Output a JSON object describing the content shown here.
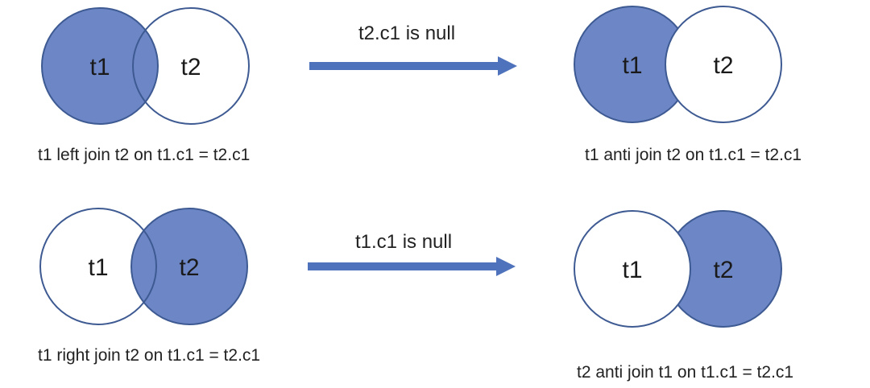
{
  "colors": {
    "fill": "#6C86C6",
    "stroke": "#3E5A92",
    "arrow": "#4F72BC",
    "text": "#222222",
    "overlap_hint": "#F3F6FB"
  },
  "rows": [
    {
      "left": {
        "set_a": "t1",
        "set_b": "t2",
        "highlight": "full-left",
        "caption": "t1 left join t2 on t1.c1 = t2.c1"
      },
      "arrow_label": "t2.c1 is null",
      "right": {
        "set_a": "t1",
        "set_b": "t2",
        "highlight": "left-only",
        "caption": "t1 anti join t2 on t1.c1 = t2.c1"
      }
    },
    {
      "left": {
        "set_a": "t1",
        "set_b": "t2",
        "highlight": "full-right",
        "caption": "t1 right join t2 on t1.c1 = t2.c1"
      },
      "arrow_label": "t1.c1 is null",
      "right": {
        "set_a": "t1",
        "set_b": "t2",
        "highlight": "right-only",
        "caption": "t2 anti join t1 on t1.c1 = t2.c1"
      }
    }
  ]
}
